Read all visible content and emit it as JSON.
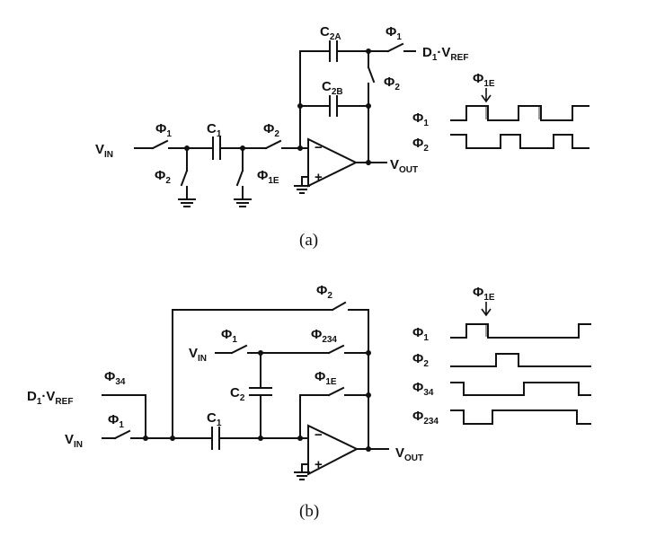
{
  "captions": {
    "a": "(a)",
    "b": "(b)"
  },
  "glyph": {
    "phi": "Φ",
    "dot": "·"
  },
  "labels": {
    "V": "V",
    "D": "D",
    "C": "C",
    "IN": "IN",
    "OUT": "OUT",
    "REF": "REF",
    "one": "1",
    "two": "2",
    "twoA": "2A",
    "twoB": "2B",
    "oneE": "1E",
    "thirtyfour": "34",
    "twothirtyfour": "234",
    "minus": "−",
    "plus": "+"
  }
}
